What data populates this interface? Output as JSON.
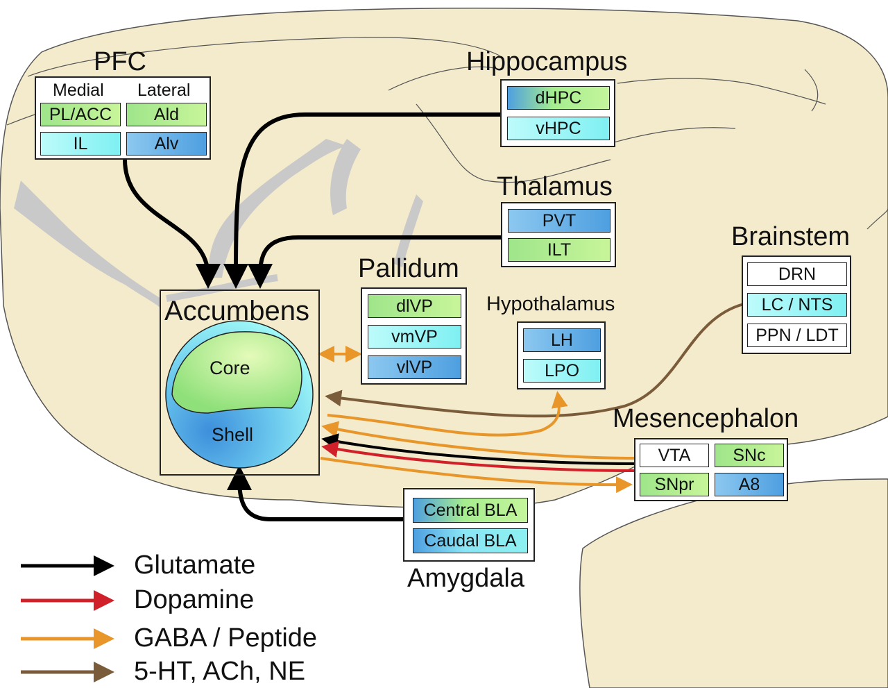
{
  "pfc": {
    "title": "PFC",
    "medial": "Medial",
    "lateral": "Lateral",
    "cells": {
      "pl_acc": "PL/ACC",
      "ald": "Ald",
      "il": "IL",
      "alv": "Alv"
    }
  },
  "hippocampus": {
    "title": "Hippocampus",
    "cells": {
      "dhpc": "dHPC",
      "vhpc": "vHPC"
    }
  },
  "thalamus": {
    "title": "Thalamus",
    "cells": {
      "pvt": "PVT",
      "ilt": "ILT"
    }
  },
  "brainstem": {
    "title": "Brainstem",
    "cells": {
      "drn": "DRN",
      "lc_nts": "LC / NTS",
      "ppn_ldt": "PPN / LDT"
    }
  },
  "pallidum": {
    "title": "Pallidum",
    "cells": {
      "dlvp": "dlVP",
      "vmvp": "vmVP",
      "vlvp": "vlVP"
    }
  },
  "hypothalamus": {
    "title": "Hypothalamus",
    "cells": {
      "lh": "LH",
      "lpo": "LPO"
    }
  },
  "accumbens": {
    "title": "Accumbens",
    "core": "Core",
    "shell": "Shell"
  },
  "mesencephalon": {
    "title": "Mesencephalon",
    "cells": {
      "vta": "VTA",
      "snc": "SNc",
      "snpr": "SNpr",
      "a8": "A8"
    }
  },
  "amygdala": {
    "title": "Amygdala",
    "cells": {
      "central_bla": "Central BLA",
      "caudal_bla": "Caudal BLA"
    }
  },
  "legend": [
    {
      "label": "Glutamate",
      "color": "#000000"
    },
    {
      "label": "Dopamine",
      "color": "#d0202a"
    },
    {
      "label": "GABA / Peptide",
      "color": "#e8962a"
    },
    {
      "label": "5-HT, ACh, NE",
      "color": "#7a5c3a"
    }
  ],
  "colors": {
    "brain_fill": "#f3ebcb",
    "brain_outline": "#555555",
    "white_matter": "#c9c9c9",
    "glutamate": "#000000",
    "dopamine": "#d0202a",
    "gaba_peptide": "#e8962a",
    "monoamine": "#7a5c3a"
  }
}
